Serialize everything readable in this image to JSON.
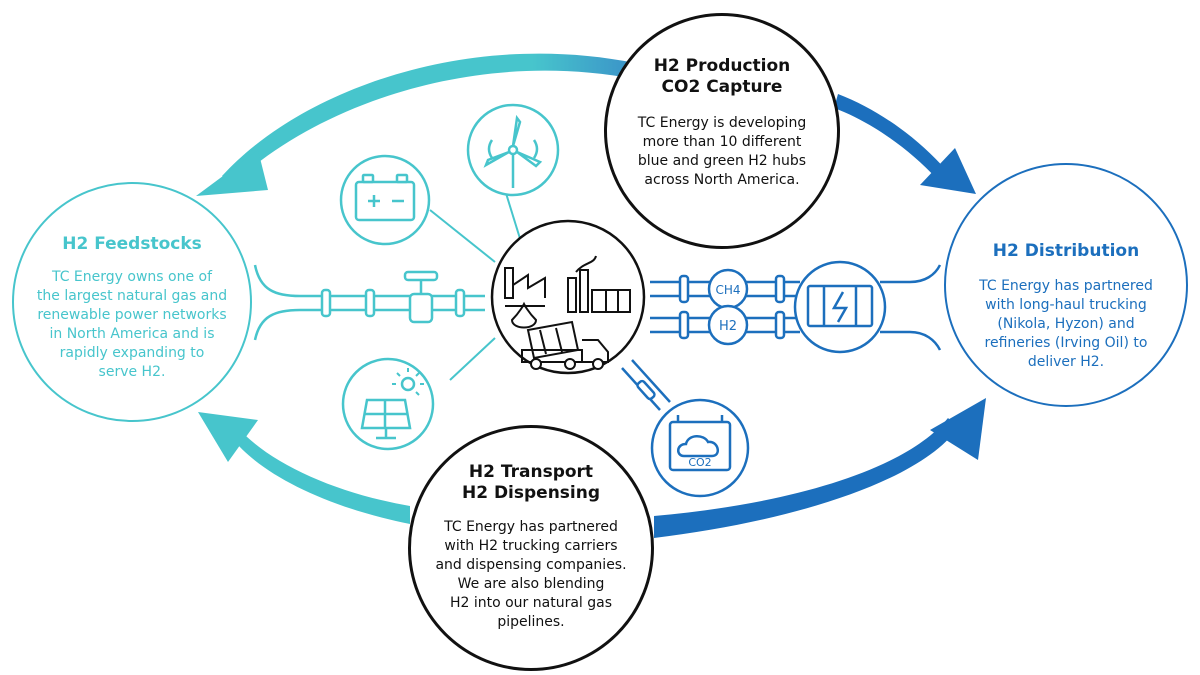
{
  "colors": {
    "teal": "#47c5cc",
    "blue": "#1c6fbd",
    "dark": "#111111"
  },
  "production": {
    "title_lines": [
      "H2 Production",
      "CO2 Capture"
    ],
    "body_lines": [
      "TC Energy is developing",
      "more than 10 different",
      "blue and green H2 hubs",
      "across North America."
    ]
  },
  "feedstocks": {
    "title": "H2 Feedstocks",
    "body_lines": [
      "TC Energy owns one of",
      "the largest natural gas and",
      "renewable power networks",
      "in North America and is",
      "rapidly expanding to",
      "serve H2."
    ]
  },
  "distribution": {
    "title": "H2 Distribution",
    "body_lines": [
      "TC Energy has partnered",
      "with long-haul trucking",
      "(Nikola, Hyzon) and",
      "refineries (Irving Oil) to",
      "deliver H2."
    ]
  },
  "transport": {
    "title_lines": [
      "H2 Transport",
      "H2 Dispensing"
    ],
    "body_lines": [
      "TC Energy has partnered",
      "with H2 trucking carriers",
      "and dispensing companies.",
      "We are also blending",
      "H2 into our natural gas",
      "pipelines."
    ]
  },
  "pipe_labels": {
    "ch4": "CH4",
    "h2": "H2",
    "co2": "CO2"
  },
  "icons": [
    "battery-icon",
    "wind-turbine-icon",
    "solar-panel-icon",
    "valve-icon",
    "industry-icon",
    "truck-icon",
    "power-station-icon",
    "co2-storage-icon"
  ]
}
